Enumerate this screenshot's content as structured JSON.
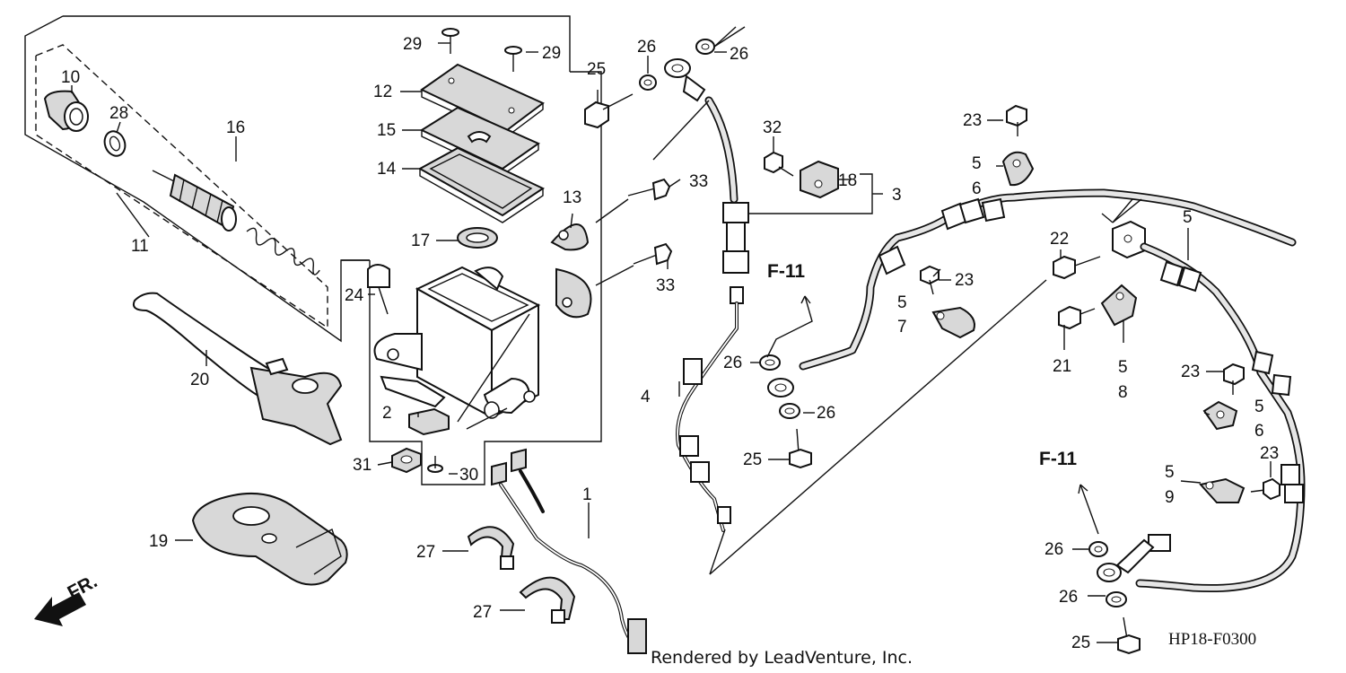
{
  "callouts": [
    {
      "id": "c1",
      "text": "1"
    },
    {
      "id": "c2",
      "text": "2"
    },
    {
      "id": "c3",
      "text": "3"
    },
    {
      "id": "c4",
      "text": "4"
    },
    {
      "id": "c5a",
      "text": "5"
    },
    {
      "id": "c5b",
      "text": "5"
    },
    {
      "id": "c5c",
      "text": "5"
    },
    {
      "id": "c5d",
      "text": "5"
    },
    {
      "id": "c5e",
      "text": "5"
    },
    {
      "id": "c5f",
      "text": "5"
    },
    {
      "id": "c6a",
      "text": "6"
    },
    {
      "id": "c6b",
      "text": "6"
    },
    {
      "id": "c7",
      "text": "7"
    },
    {
      "id": "c8",
      "text": "8"
    },
    {
      "id": "c9",
      "text": "9"
    },
    {
      "id": "c10",
      "text": "10"
    },
    {
      "id": "c11",
      "text": "11"
    },
    {
      "id": "c12",
      "text": "12"
    },
    {
      "id": "c13",
      "text": "13"
    },
    {
      "id": "c14",
      "text": "14"
    },
    {
      "id": "c15",
      "text": "15"
    },
    {
      "id": "c16",
      "text": "16"
    },
    {
      "id": "c17",
      "text": "17"
    },
    {
      "id": "c18",
      "text": "18"
    },
    {
      "id": "c19",
      "text": "19"
    },
    {
      "id": "c20",
      "text": "20"
    },
    {
      "id": "c21",
      "text": "21"
    },
    {
      "id": "c22",
      "text": "22"
    },
    {
      "id": "c23a",
      "text": "23"
    },
    {
      "id": "c23b",
      "text": "23"
    },
    {
      "id": "c23c",
      "text": "23"
    },
    {
      "id": "c23d",
      "text": "23"
    },
    {
      "id": "c24",
      "text": "24"
    },
    {
      "id": "c25a",
      "text": "25"
    },
    {
      "id": "c25b",
      "text": "25"
    },
    {
      "id": "c25c",
      "text": "25"
    },
    {
      "id": "c26a",
      "text": "26"
    },
    {
      "id": "c26b",
      "text": "26"
    },
    {
      "id": "c26c",
      "text": "26"
    },
    {
      "id": "c26d",
      "text": "26"
    },
    {
      "id": "c26e",
      "text": "26"
    },
    {
      "id": "c26f",
      "text": "26"
    },
    {
      "id": "c27a",
      "text": "27"
    },
    {
      "id": "c27b",
      "text": "27"
    },
    {
      "id": "c28",
      "text": "28"
    },
    {
      "id": "c29a",
      "text": "29"
    },
    {
      "id": "c29b",
      "text": "29"
    },
    {
      "id": "c30",
      "text": "30"
    },
    {
      "id": "c31",
      "text": "31"
    },
    {
      "id": "c32",
      "text": "32"
    },
    {
      "id": "c33a",
      "text": "33"
    },
    {
      "id": "c33b",
      "text": "33"
    }
  ],
  "refs": {
    "f11_a": "F-11",
    "f11_b": "F-11"
  },
  "direction": {
    "label": "FR."
  },
  "diagram_code": "HP18-F0300",
  "credit": "Rendered by LeadVenture, Inc.",
  "colors": {
    "ink": "#111111",
    "stipple": "#d8d8d8",
    "paper": "#ffffff"
  }
}
